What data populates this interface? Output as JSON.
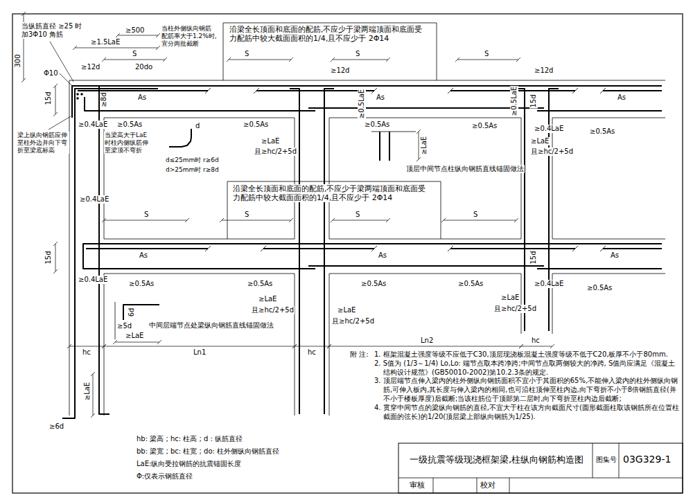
{
  "diagram": {
    "title": "一级抗震等级现浇框架梁,柱纵向钢筋构造图",
    "labels": [
      "当纵筋直径 ≥25 时 加3Φ10 角筋",
      "300",
      "≥500",
      "≥1.5LaE",
      "≥12d",
      "S",
      "20do",
      "Φ10",
      "当柱外侧纵向钢筋 配筋率大于1.2%时, 宜分两批截断",
      "沿梁全长顶面和底面的配筋,不应少于梁两端顶面和底面受 力配筋中较大截面面积的1/4,且不应少于 2Φ14",
      "S",
      "S",
      "S",
      "≥12d",
      "≥12d",
      "≥8d",
      "As",
      "As",
      "As",
      "15d",
      "15d",
      "≥0.5LaE",
      "≥0.5LaE",
      "≥0.4LaE",
      "≥0.4LaE",
      "梁上纵向钢筋应伸 至柱外边并向下弯 折至梁底标高",
      "当梁高大于LaE 时柱内侧纵筋伸 至梁顶不弯折",
      "≥0.5As",
      "≥0.5As",
      "≥0.5As",
      "≥0.5As",
      "≥0.5As",
      "d",
      "d≤25mm时 r≥6d",
      "d>25mm时 r≥8d",
      "≥LaE",
      "且≥hc/2+5d",
      "≥LaE",
      "顶层中间节点柱纵向钢筋直线锚固做法",
      "≥LaE",
      "且≥hc/2+5d",
      "沿梁全长顶面和底面的配筋,不应少于梁两端顶面和底面受 力配筋中较大截面面积的1/4,且不应少于 2Φ14",
      "≥0.4LaE",
      "S",
      "S",
      "S",
      "S",
      "As",
      "As",
      "As",
      "15d",
      "15d",
      "≥0.4LaE",
      "≥0.4LaE",
      "≥0.5As",
      "≥0.5As",
      "≥0.5As",
      "≥0.5As",
      "≥0.5As",
      "≥LaE",
      "且≥hc/2+5d",
      "≥LaE",
      "且≥hc/2+5d",
      "≥LaE",
      "且≥hc/2+5d",
      "6d",
      "≥5d",
      "≥LaE",
      "中间层端节点处梁纵向钢筋直线锚固做法",
      "hc",
      "Ln1",
      "hc",
      "Ln2",
      "hc",
      "≥LaE",
      "≥6d",
      "hb: 梁高 ; hc: 柱高 ; d : 纵筋直径",
      "bb: 梁宽 ; bc: 柱宽 ; do: 柱外侧纵向钢筋直径",
      "LaE:纵向受拉钢筋的抗震锚固长度",
      "Φ:仅表示钢筋直径",
      "附 注:",
      "1. 框架混凝土强度等级不应低于C30,顶层现浇板混凝土强度等级不低于C20,板厚不小于80mm.",
      "2. S值为 (1/3～1/4) Lo,Lo: 端节点取本跨净跨;中间节点取两侧较大的净跨, S值尚应满足《混凝土结构设计规范》(GB50010-2002)第10.2.3条的规定.",
      "3. 顶层端节点伸入梁内的柱外侧纵向钢筋面积不宜小于其面积的65%,不能伸入梁内的柱外侧纵向钢筋,可伸入板内,其长度与伸入梁内的相同,也可沿柱顶伸至柱内边,向下弯折不小于8倍钢筋直径(并不小于楼板厚度)后截断;当该柱筋位于顶部第二层时,向下弯折至柱内边后截断;",
      "4. 贯穿中间节点的梁纵向钢筋的直径,不宜大于柱在该方向截面尺寸(圆形截面柱取该钢筋所在位置柱截面的弦长)的1/20(顶层梁上部纵向钢筋为1/25).",
      "图集号",
      "03G329-1",
      "审核",
      "校对"
    ]
  }
}
